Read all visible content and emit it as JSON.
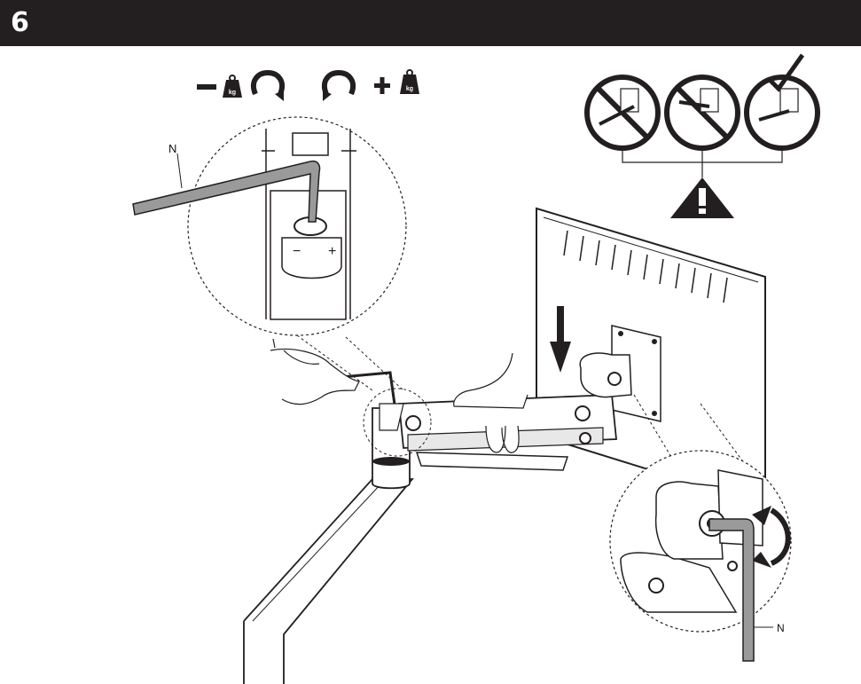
{
  "step": {
    "number": "6"
  },
  "labels": {
    "hex_key_top": "N",
    "hex_key_bottom": "N"
  },
  "adjustment": {
    "decrease_sign": "−",
    "increase_sign": "+",
    "weight_unit": "kg"
  },
  "icons": {
    "weight": "weight-icon",
    "rotate_ccw": "rotate-counterclockwise-icon",
    "rotate_cw": "rotate-clockwise-icon",
    "warning": "warning-triangle-icon",
    "prohibited": "prohibited-icon",
    "check": "checkmark-icon",
    "arrow_down": "arrow-down-icon"
  },
  "colors": {
    "header_bg": "#231f20",
    "header_text": "#ffffff",
    "line": "#231f20",
    "tool_fill": "#9a9a9a"
  }
}
